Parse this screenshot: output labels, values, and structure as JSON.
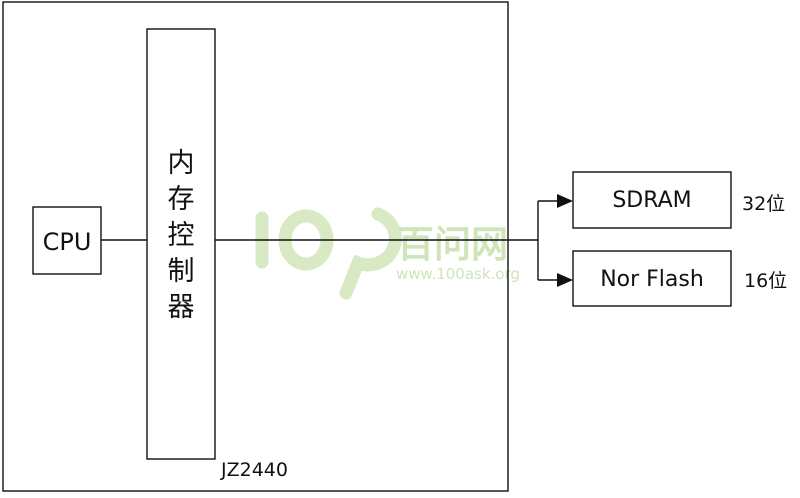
{
  "diagram": {
    "board_label": "JZ2440",
    "cpu_label": "CPU",
    "memory_controller_label": "内存控制器",
    "sdram": {
      "label": "SDRAM",
      "width_label": "32位"
    },
    "nor_flash": {
      "label": "Nor Flash",
      "width_label": "16位"
    }
  },
  "watermark": {
    "numerals": "100",
    "brand": "百问网",
    "url": "www.100ask.org"
  },
  "colors": {
    "stroke": "#111111",
    "watermark": "#cfe5b9"
  }
}
